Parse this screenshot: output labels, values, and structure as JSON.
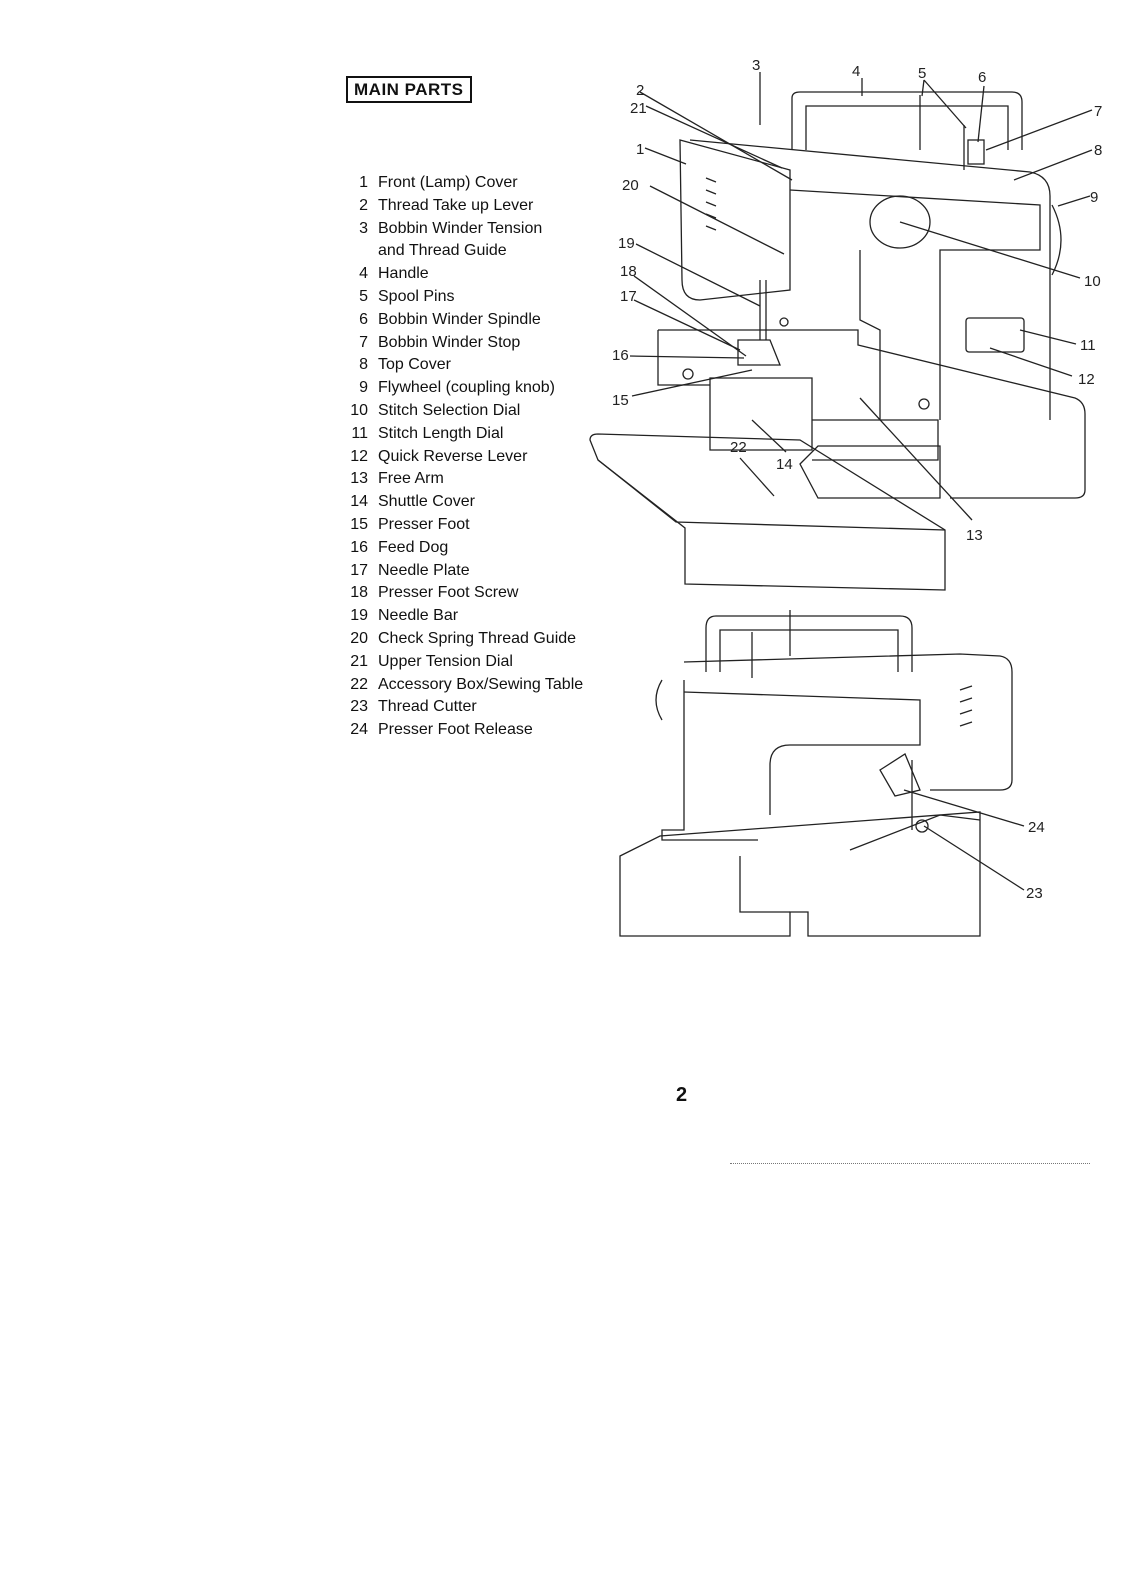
{
  "title": "MAIN PARTS",
  "parts": [
    {
      "num": "1",
      "label": "Front (Lamp) Cover"
    },
    {
      "num": "2",
      "label": "Thread Take up Lever"
    },
    {
      "num": "3",
      "label": "Bobbin Winder Tension"
    },
    {
      "num": "",
      "label": "and Thread Guide"
    },
    {
      "num": "4",
      "label": "Handle"
    },
    {
      "num": "5",
      "label": "Spool Pins"
    },
    {
      "num": "6",
      "label": "Bobbin Winder Spindle"
    },
    {
      "num": "7",
      "label": "Bobbin Winder Stop"
    },
    {
      "num": "8",
      "label": "Top Cover"
    },
    {
      "num": "9",
      "label": "Flywheel (coupling  knob)"
    },
    {
      "num": "10",
      "label": "Stitch  Selection  Dial"
    },
    {
      "num": "11",
      "label": "Stitch Length Dial"
    },
    {
      "num": "12",
      "label": "Quick Reverse Lever"
    },
    {
      "num": "13",
      "label": "Free Arm"
    },
    {
      "num": "14",
      "label": "Shuttle Cover"
    },
    {
      "num": "15",
      "label": "Presser Foot"
    },
    {
      "num": "16",
      "label": "Feed Dog"
    },
    {
      "num": "17",
      "label": "Needle Plate"
    },
    {
      "num": "18",
      "label": "Presser Foot Screw"
    },
    {
      "num": "19",
      "label": "Needle Bar"
    },
    {
      "num": "20",
      "label": "Check Spring Thread Guide"
    },
    {
      "num": "21",
      "label": "Upper Tension Dial"
    },
    {
      "num": "22",
      "label": "Accessory Box/Sewing Table"
    },
    {
      "num": "23",
      "label": "Thread Cutter"
    },
    {
      "num": "24",
      "label": "Presser Foot Release"
    }
  ],
  "callouts": {
    "c1": "1",
    "c2": "2",
    "c3": "3",
    "c4": "4",
    "c5": "5",
    "c6": "6",
    "c7": "7",
    "c8": "8",
    "c9": "9",
    "c10": "10",
    "c11": "11",
    "c12": "12",
    "c13": "13",
    "c14": "14",
    "c15": "15",
    "c16": "16",
    "c17": "17",
    "c18": "18",
    "c19": "19",
    "c20": "20",
    "c21": "21",
    "c22": "22",
    "c23": "23",
    "c24": "24"
  },
  "page_number": "2"
}
